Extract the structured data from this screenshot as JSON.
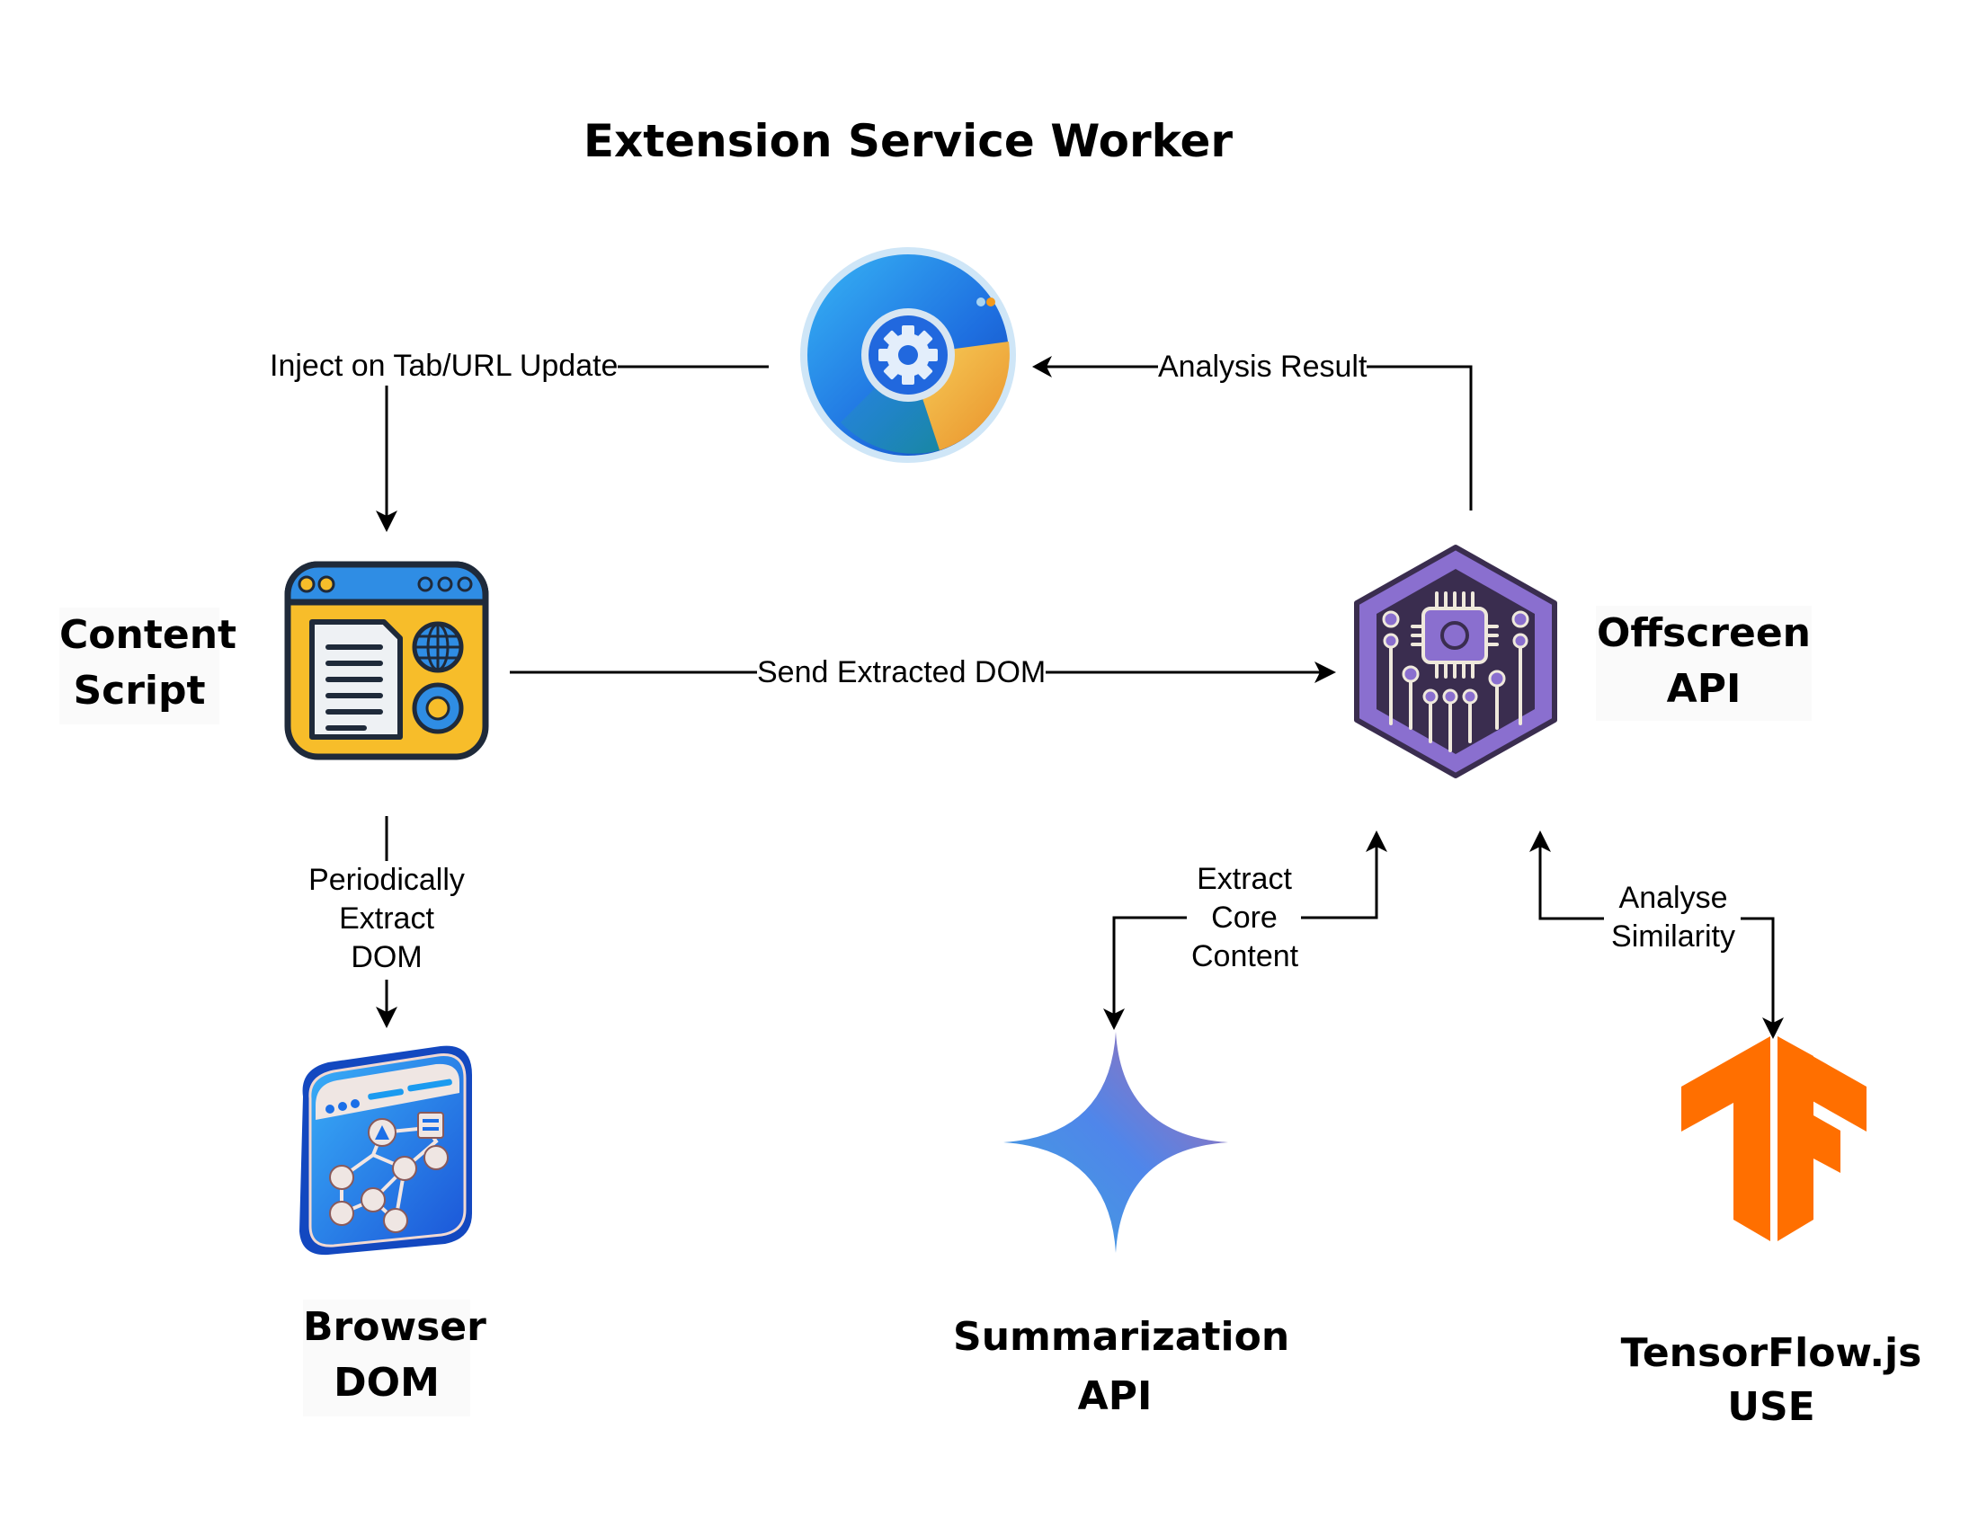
{
  "title": "Extension Service Worker",
  "nodes": {
    "service_worker": {
      "icon": "chrome-gear-icon"
    },
    "content_script": {
      "label_line1": "Content",
      "label_line2": "Script",
      "icon": "script-window-icon"
    },
    "offscreen": {
      "label_line1": "Offscreen",
      "label_line2": "API",
      "icon": "circuit-chip-hexagon-icon"
    },
    "browser_dom": {
      "label_line1": "Browser",
      "label_line2": "DOM",
      "icon": "dom-tree-window-icon"
    },
    "summarization": {
      "label_line1": "Summarization",
      "label_line2": "API",
      "icon": "sparkle-icon"
    },
    "tensorflow": {
      "label_line1": "TensorFlow.js",
      "label_line2": "USE",
      "icon": "tensorflow-logo-icon"
    }
  },
  "edges": {
    "inject": {
      "label": "Inject on Tab/URL Update",
      "from": "Extension Service Worker",
      "to": "Content Script"
    },
    "analysis_result": {
      "label": "Analysis Result",
      "from": "Offscreen API",
      "to": "Extension Service Worker"
    },
    "send_dom": {
      "label": "Send Extracted DOM",
      "from": "Content Script",
      "to": "Offscreen API"
    },
    "periodic": {
      "line1": "Periodically",
      "line2": "Extract",
      "line3": "DOM",
      "from": "Content Script",
      "to": "Browser DOM"
    },
    "extract_core": {
      "line1": "Extract",
      "line2": "Core",
      "line3": "Content",
      "between": [
        "Offscreen API",
        "Summarization API"
      ]
    },
    "analyse_similarity": {
      "line1": "Analyse",
      "line2": "Similarity",
      "between": [
        "Offscreen API",
        "TensorFlow.js USE"
      ]
    }
  },
  "colors": {
    "tensorflow_orange": "#FF6F00",
    "offscreen_purple": "#8a6fcf",
    "offscreen_dark": "#3a2d4f",
    "chrome_blue": "#1e6fe0",
    "chrome_yellow": "#f4b43a",
    "content_yellow": "#f7bd2a",
    "content_blue": "#2f8de4",
    "dom_blue": "#1f6ef0",
    "sparkle_start": "#3f9ee0",
    "sparkle_mid": "#4f86ea",
    "sparkle_end": "#a46cb5"
  }
}
